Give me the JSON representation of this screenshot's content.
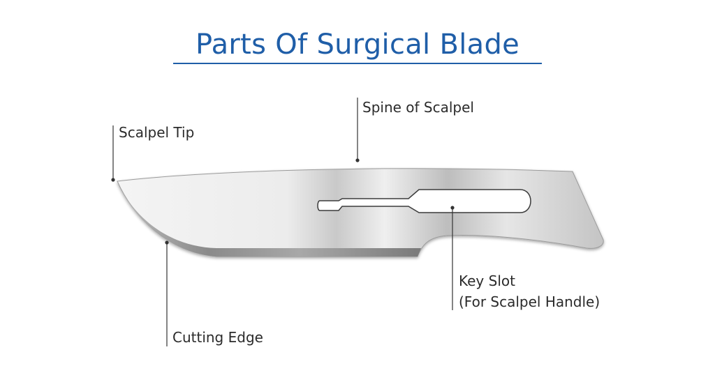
{
  "title": "Parts Of Surgical Blade",
  "colors": {
    "title": "#1f5ea8",
    "label_text": "#2b2b2b",
    "leader_line": "#333333",
    "blade_light": "#f2f2f2",
    "blade_mid": "#c8c8c8",
    "blade_dark": "#6a6a6a",
    "background": "#ffffff"
  },
  "labels": {
    "scalpel_tip": "Scalpel Tip",
    "spine": "Spine of Scalpel",
    "cutting_edge": "Cutting Edge",
    "key_slot_line1": "Key Slot",
    "key_slot_line2": "(For Scalpel Handle)"
  }
}
